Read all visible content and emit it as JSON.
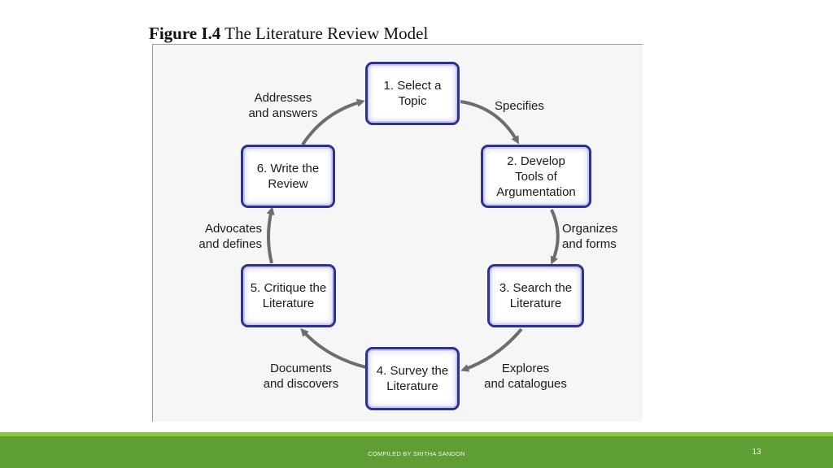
{
  "figure": {
    "number": "Figure I.4",
    "title": "The Literature Review Model"
  },
  "nodes": [
    {
      "id": "n1",
      "label": "1. Select a\nTopic"
    },
    {
      "id": "n2",
      "label": "2. Develop\nTools of\nArgumentation"
    },
    {
      "id": "n3",
      "label": "3. Search the\nLiterature"
    },
    {
      "id": "n4",
      "label": "4. Survey the\nLiterature"
    },
    {
      "id": "n5",
      "label": "5. Critique the\nLiterature"
    },
    {
      "id": "n6",
      "label": "6. Write the\nReview"
    }
  ],
  "edges": [
    {
      "from": "n1",
      "to": "n2",
      "label": "Specifies"
    },
    {
      "from": "n2",
      "to": "n3",
      "label": "Organizes\nand forms"
    },
    {
      "from": "n3",
      "to": "n4",
      "label": "Explores\nand catalogues"
    },
    {
      "from": "n4",
      "to": "n5",
      "label": "Documents\nand discovers"
    },
    {
      "from": "n5",
      "to": "n6",
      "label": "Advocates\nand defines"
    },
    {
      "from": "n6",
      "to": "n1",
      "label": "Addresses\nand answers"
    }
  ],
  "footer": {
    "text": "COMPILED BY SRITHA SANDON",
    "page": "13"
  },
  "colors": {
    "node_border": "#2e3192",
    "arrow": "#6d6d6d",
    "footer_band": "#5f9e33",
    "footer_accent": "#8dc63f"
  }
}
